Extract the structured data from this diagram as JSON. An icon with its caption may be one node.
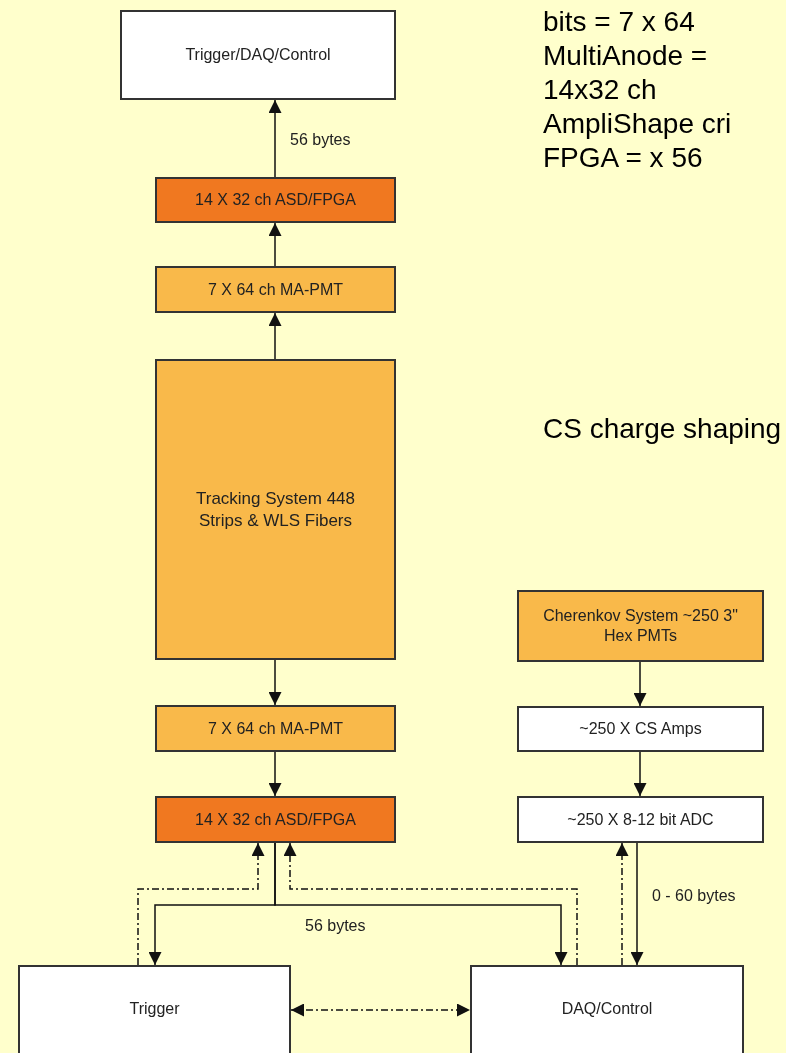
{
  "diagram": {
    "nodes": [
      {
        "text": [
          "Trigger/DAQ/Control"
        ]
      },
      {
        "text": [
          "14 X 32 ch ASD/FPGA"
        ]
      },
      {
        "text": [
          "7 X 64 ch MA-PMT"
        ]
      },
      {
        "text": [
          "Tracking System 448 Strips & WLS Fibers"
        ]
      },
      {
        "text": [
          "7 X 64 ch MA-PMT"
        ]
      },
      {
        "text": [
          "14 X 32 ch ASD/FPGA"
        ]
      },
      {
        "text": [
          "Cherenkov System ~250 3\" Hex PMTs"
        ]
      },
      {
        "text": [
          "~250 X CS Amps"
        ]
      },
      {
        "text": [
          "~250 X 8-12 bit ADC"
        ]
      },
      {
        "text": [
          "Trigger"
        ]
      },
      {
        "text": [
          "DAQ/Control"
        ]
      }
    ],
    "edges": [
      {
        "from": 1,
        "to": 0,
        "arrow": "to",
        "label": "56 bytes"
      },
      {
        "from": 2,
        "to": 1,
        "arrow": "to"
      },
      {
        "from": 3,
        "to": 2,
        "arrow": "to"
      },
      {
        "from": 3,
        "to": 4,
        "arrow": "to"
      },
      {
        "from": 4,
        "to": 5,
        "arrow": "to"
      },
      {
        "from": 6,
        "to": 7,
        "arrow": "to"
      },
      {
        "from": 7,
        "to": 8,
        "arrow": "to"
      },
      {
        "from": 5,
        "to": 9,
        "arrow": "to"
      },
      {
        "from": 5,
        "to": 10,
        "arrow": "to",
        "label": "56 bytes"
      },
      {
        "from": 9,
        "to": 5,
        "arrow": "to",
        "style": "dashed"
      },
      {
        "from": 10,
        "to": 5,
        "arrow": "to",
        "style": "dashed"
      },
      {
        "from": 8,
        "to": 10,
        "arrow": "to",
        "label": "0 - 60 bytes"
      },
      {
        "from": 10,
        "to": 8,
        "arrow": "to",
        "style": "dashed"
      },
      {
        "from": 9,
        "to": 10,
        "arrow": "both",
        "style": "dashed"
      }
    ],
    "labels": [
      "bits = 7 x 64 MultiAnode = 14x32 ch AmpliShape cri FPGA = x 56",
      "CS charge shaping"
    ]
  }
}
